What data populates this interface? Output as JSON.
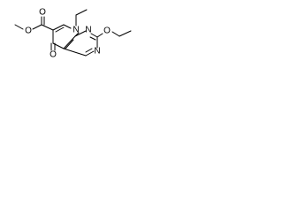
{
  "molecule": {
    "atoms": {
      "n8": "N",
      "n1": "N",
      "n3": "N",
      "o_ester_carbonyl": "O",
      "o_ester_ether": "O",
      "o_ketone": "O",
      "o_ethoxy": "O"
    },
    "colors": {
      "bond": "#000000",
      "label": "#000000",
      "background": "#ffffff"
    }
  }
}
